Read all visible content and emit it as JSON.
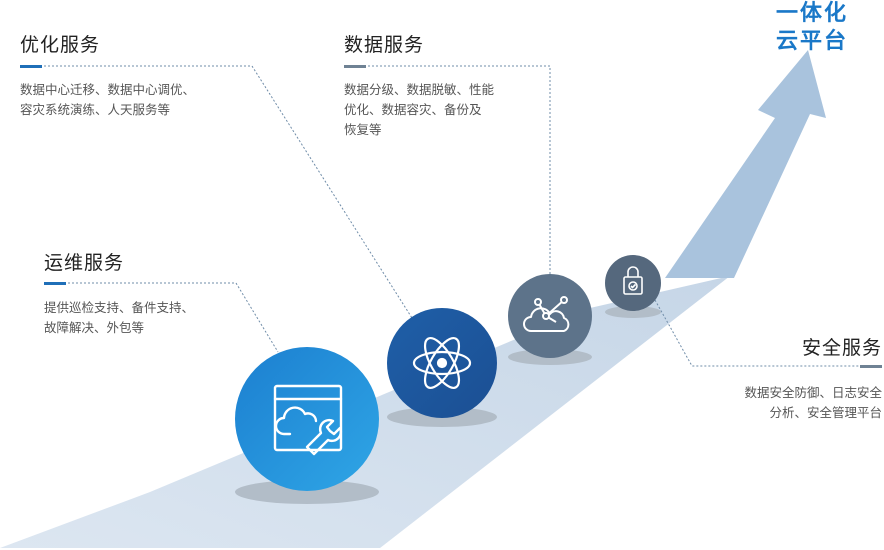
{
  "heading": {
    "line1": "一体化",
    "line2": "云平台"
  },
  "services": {
    "optimize": {
      "title": "优化服务",
      "desc_line1": "数据中心迁移、数据中心调优、",
      "desc_line2": "容灾系统演练、人天服务等"
    },
    "data": {
      "title": "数据服务",
      "desc_line1": "数据分级、数据脱敏、性能",
      "desc_line2": "优化、数据容灾、备份及",
      "desc_line3": "恢复等"
    },
    "operations": {
      "title": "运维服务",
      "desc_line1": "提供巡检支持、备件支持、",
      "desc_line2": "故障解决、外包等"
    },
    "security": {
      "title": "安全服务",
      "desc_line1": "数据安全防御、日志安全",
      "desc_line2": "分析、安全管理平台"
    }
  },
  "icons": {
    "operations": "cloud-wrench-icon",
    "optimize": "atom-icon",
    "data": "cloud-network-icon",
    "security": "shield-lock-icon"
  },
  "colors": {
    "accent_blue": "#1f6fb8",
    "heading_blue": "#1a78c8",
    "accent_gray": "#6f8294",
    "road": "#c9d8e8",
    "arrow": "#a9c3dd"
  }
}
